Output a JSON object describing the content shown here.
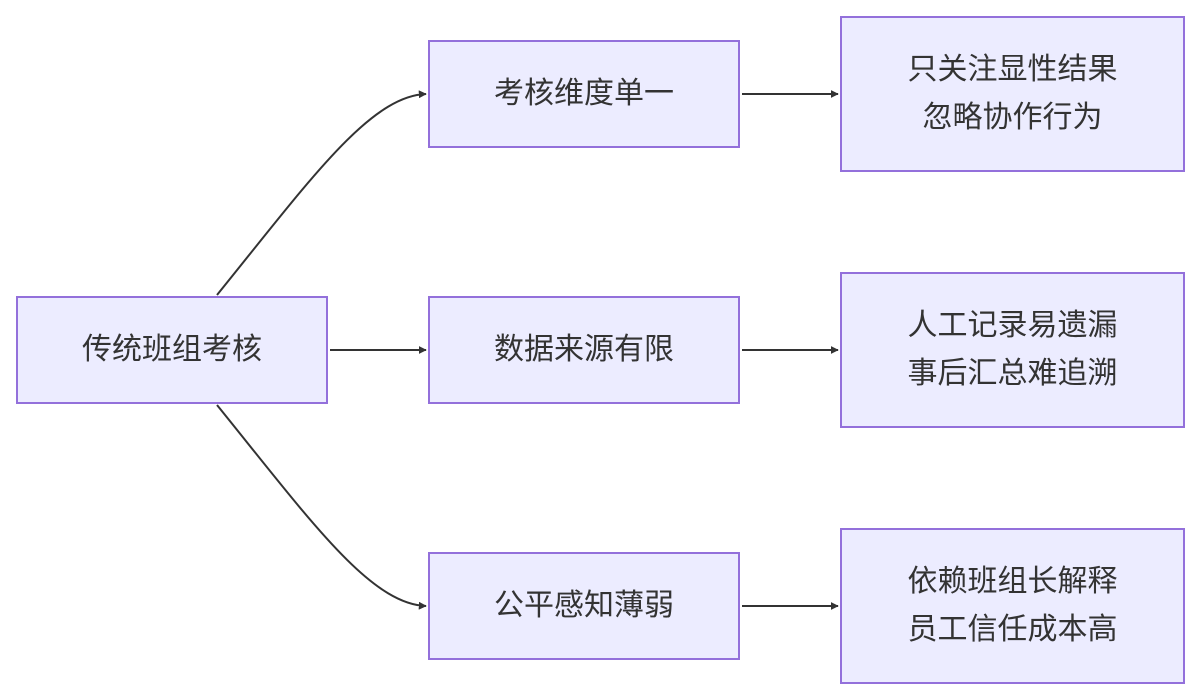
{
  "diagram": {
    "colors": {
      "node_fill": "#ececff",
      "node_border": "#9370db",
      "edge": "#333333",
      "text": "#333333"
    },
    "root": {
      "label": "传统班组考核"
    },
    "branches": [
      {
        "label": "考核维度单一",
        "detail": [
          "只关注显性结果",
          "忽略协作行为"
        ]
      },
      {
        "label": "数据来源有限",
        "detail": [
          "人工记录易遗漏",
          "事后汇总难追溯"
        ]
      },
      {
        "label": "公平感知薄弱",
        "detail": [
          "依赖班组长解释",
          "员工信任成本高"
        ]
      }
    ]
  }
}
